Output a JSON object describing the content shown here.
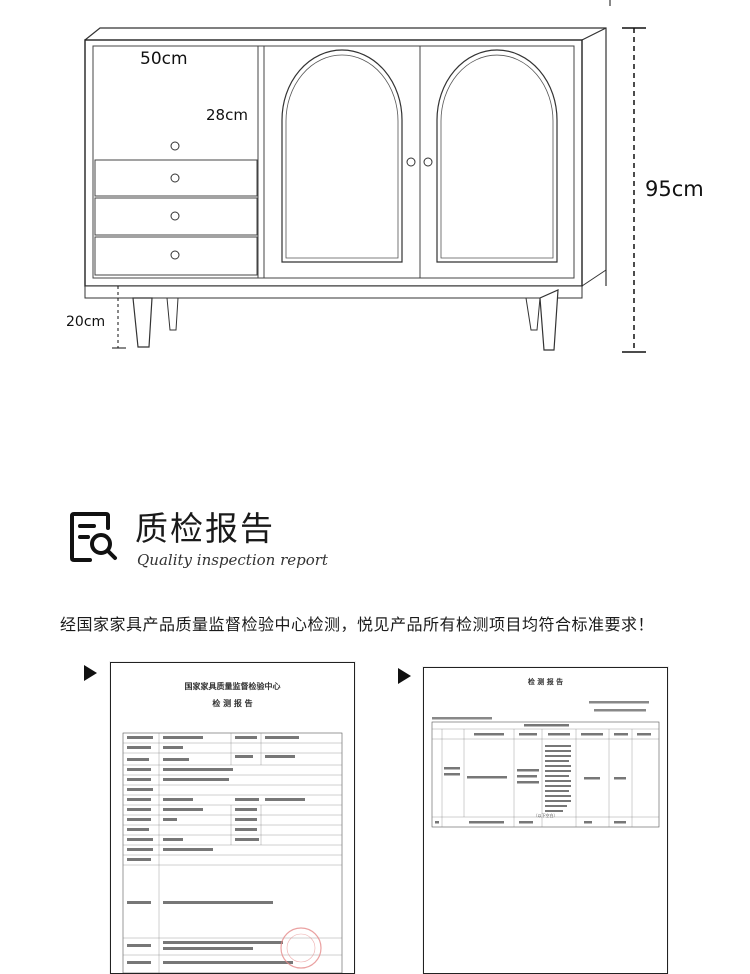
{
  "diagram": {
    "dims": {
      "drawer_width": "50cm",
      "drawer_height": "28cm",
      "total_height": "95cm",
      "leg_height": "20cm"
    }
  },
  "section": {
    "title": "质检报告",
    "subtitle": "Quality inspection report",
    "statement": "经国家家具产品质量监督检验中心检测，悦见产品所有检测项目均符合标准要求！"
  },
  "reports": [
    {
      "header": "国家家具质量监督检验中心",
      "title": "检 测 报 告"
    },
    {
      "title": "检 测 报 告",
      "footer": "（以下空白）"
    }
  ],
  "icons": {
    "report": "report-search-icon",
    "play": "play-triangle-icon"
  }
}
